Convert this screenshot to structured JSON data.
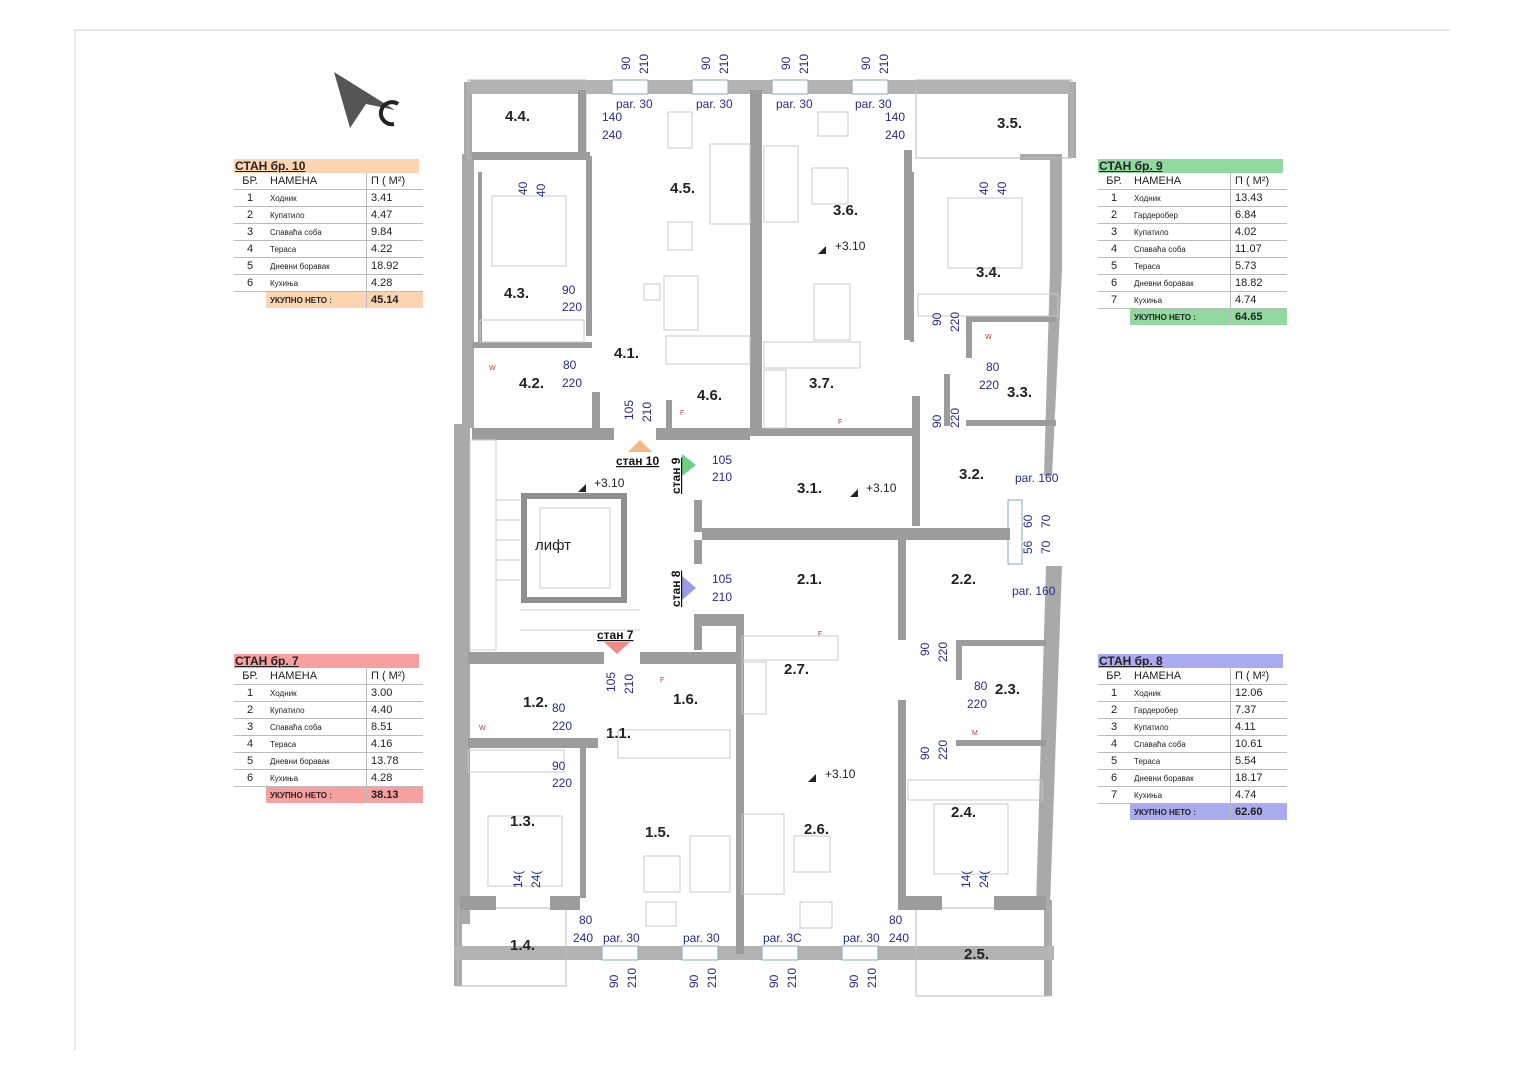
{
  "plan": {
    "lift_label": "лифт",
    "level": "+3.10",
    "rooms": [
      "4.4.",
      "4.5.",
      "4.3.",
      "4.1.",
      "4.2.",
      "4.6.",
      "3.5.",
      "3.6.",
      "3.4.",
      "3.7.",
      "3.3.",
      "3.2.",
      "3.1.",
      "2.2.",
      "2.1.",
      "2.7.",
      "2.3.",
      "2.6.",
      "2.4.",
      "2.5.",
      "1.2.",
      "1.1.",
      "1.6.",
      "1.3.",
      "1.5.",
      "1.4."
    ],
    "entrances": [
      "стан 10",
      "стан 9",
      "стан 8",
      "стан 7"
    ],
    "dims": {
      "d90": "90",
      "d210": "210",
      "d140": "140",
      "d240": "240",
      "d40": "40",
      "d220": "220",
      "d80": "80",
      "d105": "105",
      "d60": "60",
      "d70": "70",
      "d56": "56",
      "par30": "par. 30",
      "par30b": "par. 3C",
      "par160": "par. 160",
      "p14": "14(",
      "p24": "24("
    },
    "appliance": {
      "w": "W",
      "f": "F",
      "m": "M"
    }
  },
  "tables": {
    "area_header": {
      "nr": "БР.",
      "name": "НАМЕНА",
      "area": "П ( M²)"
    },
    "total_label": "УКУПНО НЕТО :",
    "units": [
      {
        "title": "СТАН бр. 10",
        "color": "#fcd5b0",
        "rows": [
          {
            "nr": "1",
            "name": "Ходник",
            "area": "3.41"
          },
          {
            "nr": "2",
            "name": "Купатило",
            "area": "4.47"
          },
          {
            "nr": "3",
            "name": "Спаваћа соба",
            "area": "9.84"
          },
          {
            "nr": "4",
            "name": "Тераса",
            "area": "4.22"
          },
          {
            "nr": "5",
            "name": "Дневни боравак",
            "area": "18.92"
          },
          {
            "nr": "6",
            "name": "Кухиња",
            "area": "4.28"
          }
        ],
        "total": "45.14"
      },
      {
        "title": "СТАН бр. 9",
        "color": "#92d9a0",
        "rows": [
          {
            "nr": "1",
            "name": "Ходник",
            "area": "13.43"
          },
          {
            "nr": "2",
            "name": "Гардеробер",
            "area": "6.84"
          },
          {
            "nr": "3",
            "name": "Купатило",
            "area": "4.02"
          },
          {
            "nr": "4",
            "name": "Спаваћа соба",
            "area": "11.07"
          },
          {
            "nr": "5",
            "name": "Тераса",
            "area": "5.73"
          },
          {
            "nr": "6",
            "name": "Дневни боравак",
            "area": "18.82"
          },
          {
            "nr": "7",
            "name": "Кухиња",
            "area": "4.74"
          }
        ],
        "total": "64.65"
      },
      {
        "title": "СТАН бр. 7",
        "color": "#f7a0a0",
        "rows": [
          {
            "nr": "1",
            "name": "Ходник",
            "area": "3.00"
          },
          {
            "nr": "2",
            "name": "Купатило",
            "area": "4.40"
          },
          {
            "nr": "3",
            "name": "Спаваћа соба",
            "area": "8.51"
          },
          {
            "nr": "4",
            "name": "Тераса",
            "area": "4.16"
          },
          {
            "nr": "5",
            "name": "Дневни боравак",
            "area": "13.78"
          },
          {
            "nr": "6",
            "name": "Кухиња",
            "area": "4.28"
          }
        ],
        "total": "38.13"
      },
      {
        "title": "СТАН бр. 8",
        "color": "#aaaaee",
        "rows": [
          {
            "nr": "1",
            "name": "Ходник",
            "area": "12.06"
          },
          {
            "nr": "2",
            "name": "Гардеробер",
            "area": "7.37"
          },
          {
            "nr": "3",
            "name": "Купатило",
            "area": "4.11"
          },
          {
            "nr": "4",
            "name": "Спаваћа соба",
            "area": "10.61"
          },
          {
            "nr": "5",
            "name": "Тераса",
            "area": "5.54"
          },
          {
            "nr": "6",
            "name": "Дневни боравак",
            "area": "18.17"
          },
          {
            "nr": "7",
            "name": "Кухиња",
            "area": "4.74"
          }
        ],
        "total": "62.60"
      }
    ]
  }
}
